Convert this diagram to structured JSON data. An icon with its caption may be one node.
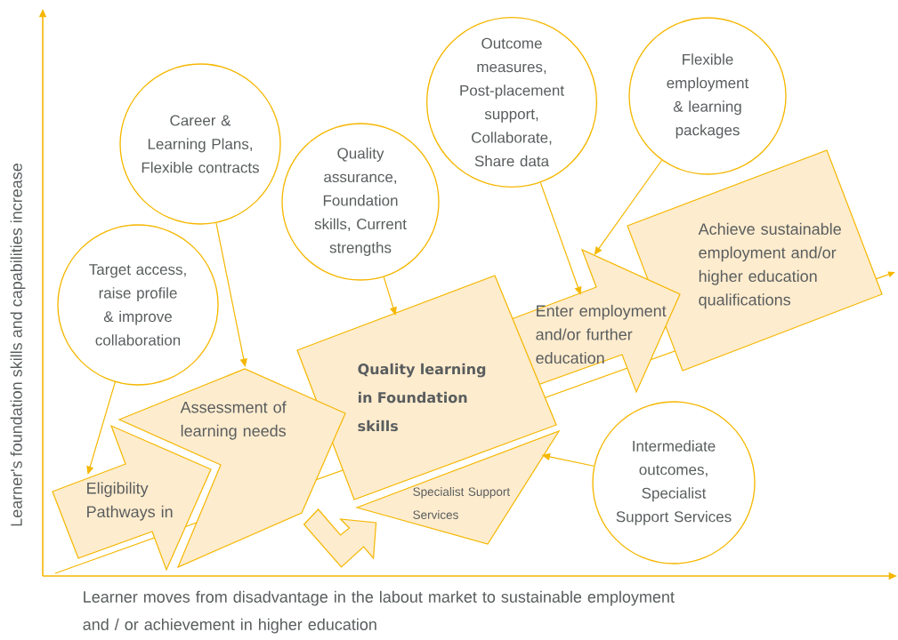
{
  "diagram": {
    "nodes": [
      {
        "text": [
          "Target access, raise profile & improve collaboration"
        ]
      },
      {
        "text": [
          "Career & Learning Plans, Flexible contracts"
        ]
      },
      {
        "text": [
          "Quality assurance, Foundation skills, Current strengths"
        ]
      },
      {
        "text": [
          "Outcome measures, Post-placement support, Collaborate, Share data"
        ]
      },
      {
        "text": [
          "Flexible employment & learning packages"
        ]
      },
      {
        "text": [
          "Intermediate outcomes, Specialist Support Services"
        ]
      },
      {
        "text": [
          "Eligibility Pathways in"
        ]
      },
      {
        "text": [
          "Assessment of learning needs"
        ]
      },
      {
        "text": [
          "Quality learning in Foundation skills"
        ]
      },
      {
        "text": [
          "Specialist Support Services"
        ]
      },
      {
        "text": [
          "Enter employment and/or further education"
        ]
      },
      {
        "text": [
          "Achieve sustainable employment and/or higher education qualifications"
        ]
      }
    ],
    "edges": [
      {
        "from": 0,
        "to": 6,
        "arrow": "to"
      },
      {
        "from": 1,
        "to": 7,
        "arrow": "to"
      },
      {
        "from": 2,
        "to": 8,
        "arrow": "to"
      },
      {
        "from": 3,
        "to": 10,
        "arrow": "to"
      },
      {
        "from": 4,
        "to": 10,
        "arrow": "to"
      },
      {
        "from": 5,
        "to": 9,
        "arrow": "to"
      },
      {
        "from": 7,
        "to": 9,
        "arrow": "to",
        "style": "thick"
      }
    ],
    "labels": [
      "Learner's foundation skills and capabilities increase",
      "Learner moves from disadvantage in the labout market to sustainable employment and / or achievement in higher education"
    ]
  }
}
